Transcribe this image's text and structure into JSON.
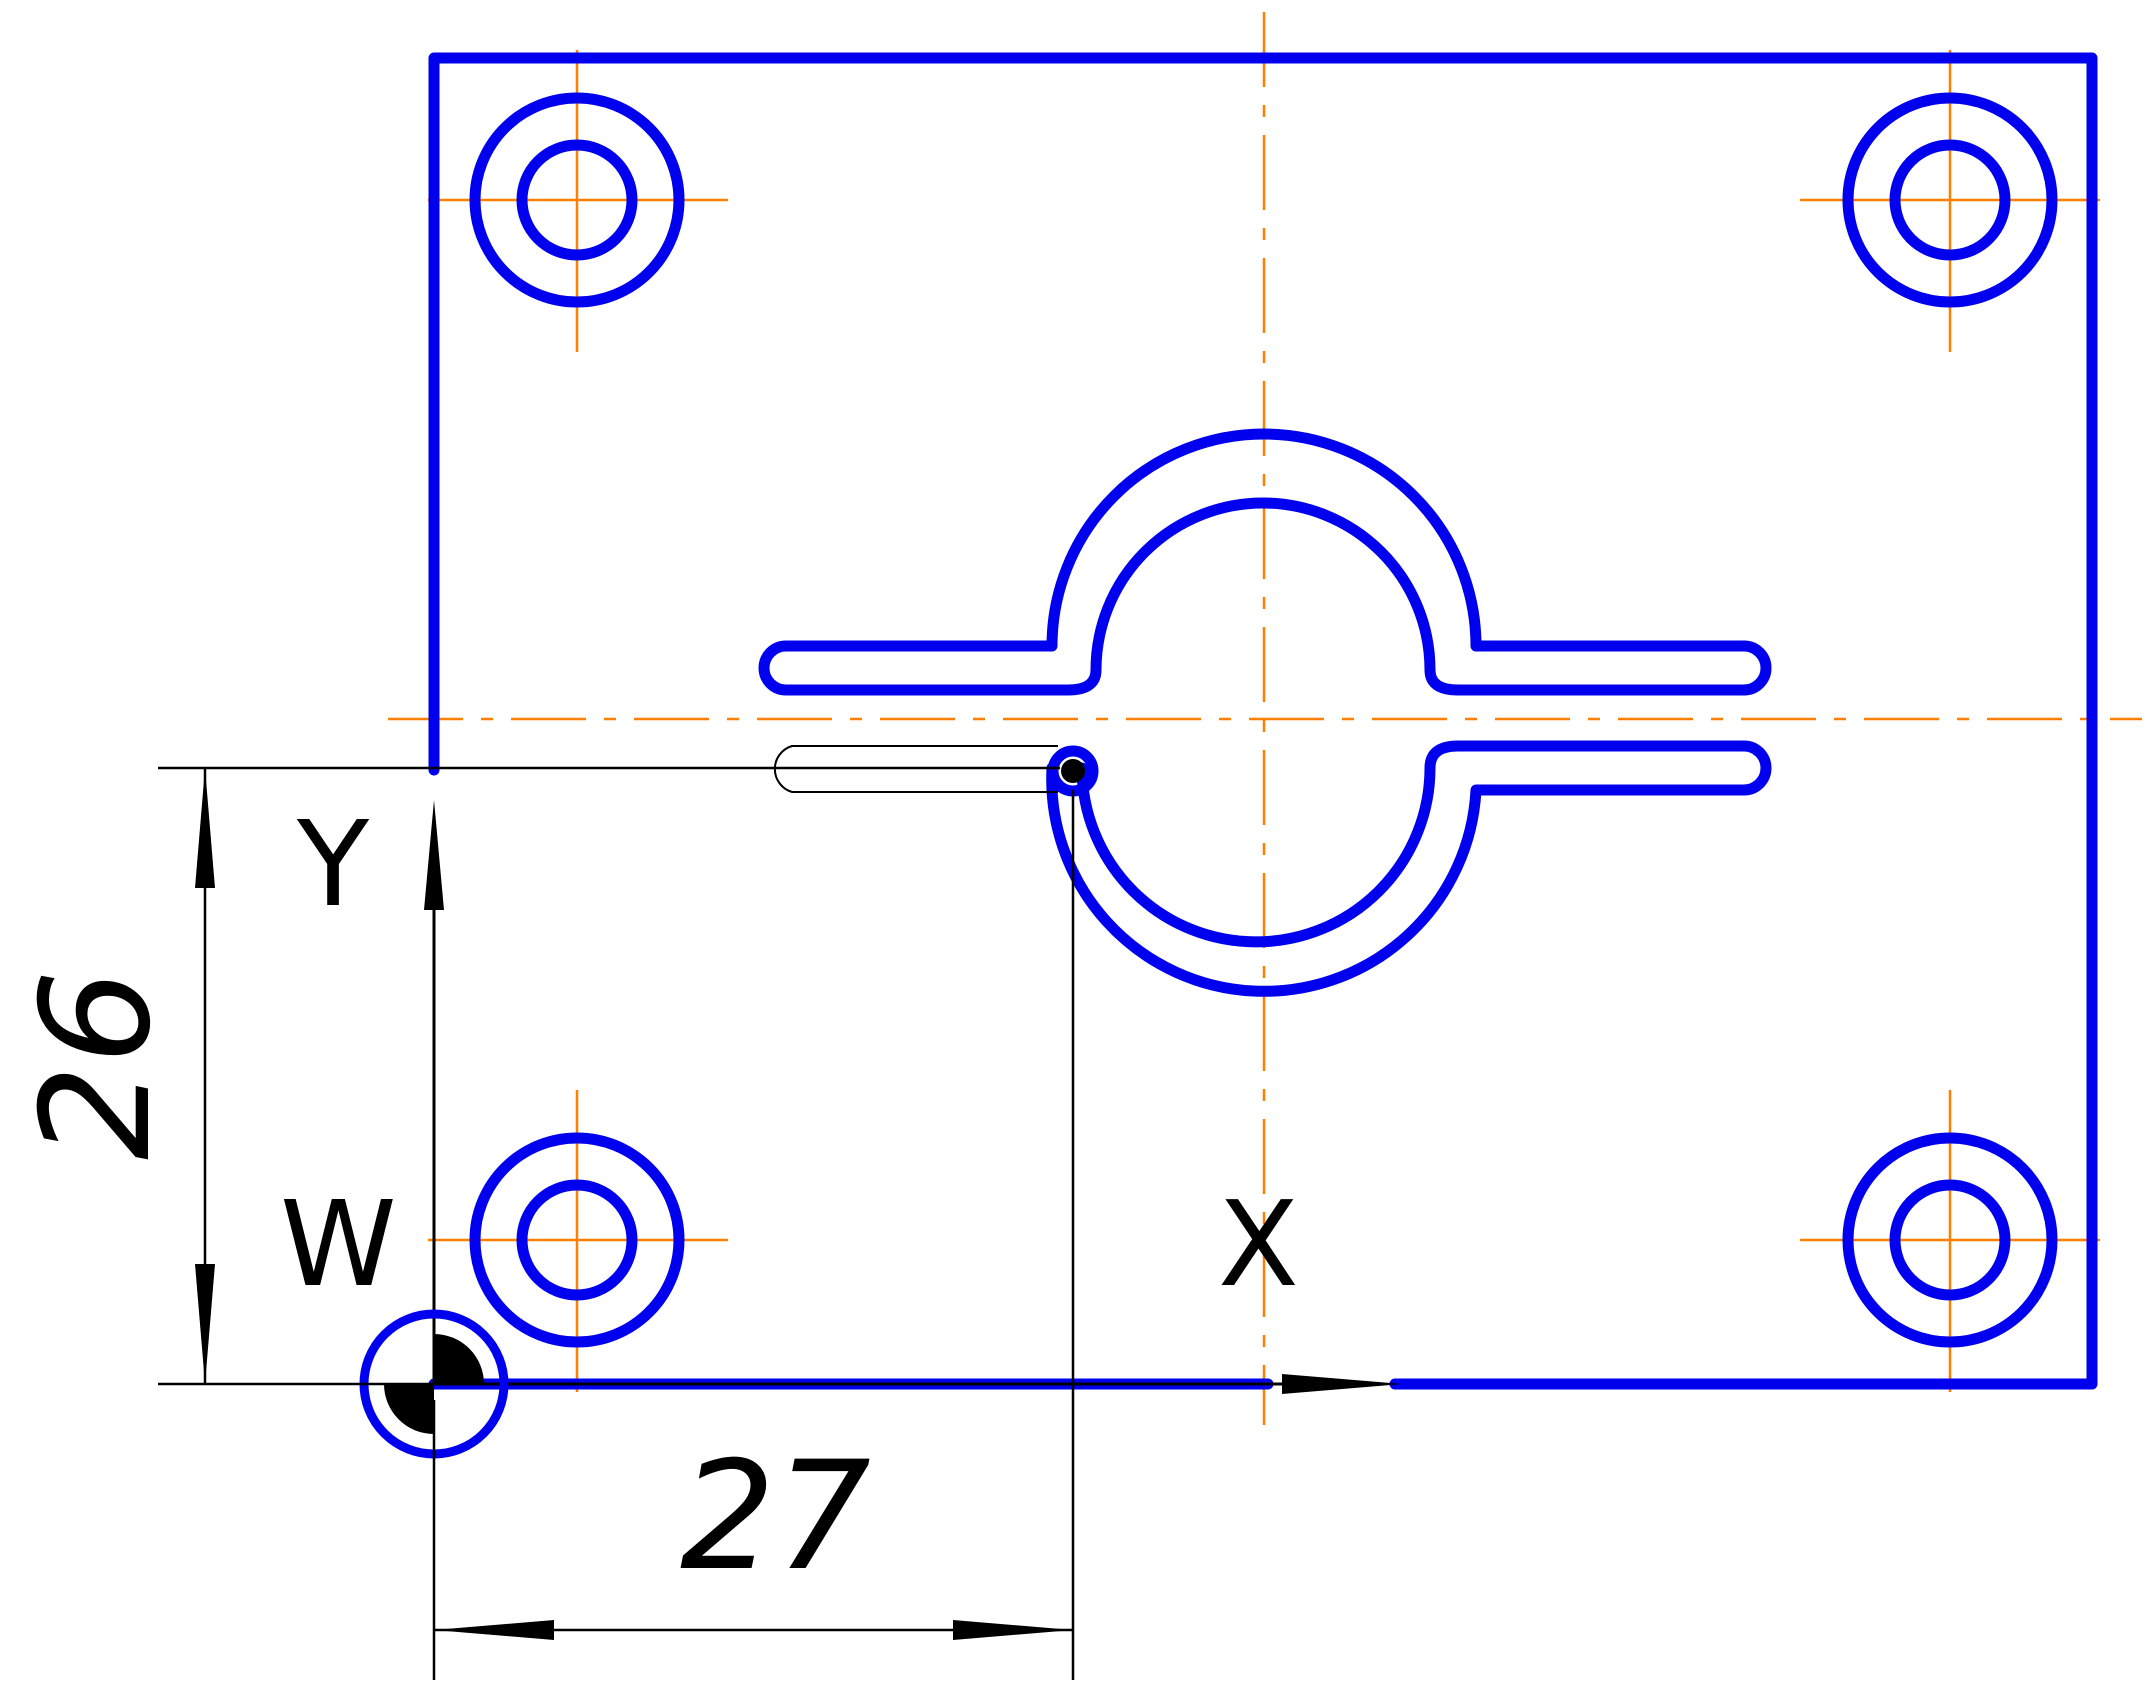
{
  "drawing": {
    "axis_labels": {
      "x": "X",
      "y": "Y",
      "origin": "W"
    },
    "dimensions": {
      "horizontal": "27",
      "vertical": "26"
    },
    "colors": {
      "part_outline": "#0000ee",
      "center_lines": "#ff7f00",
      "dimension_lines": "#000000"
    }
  }
}
